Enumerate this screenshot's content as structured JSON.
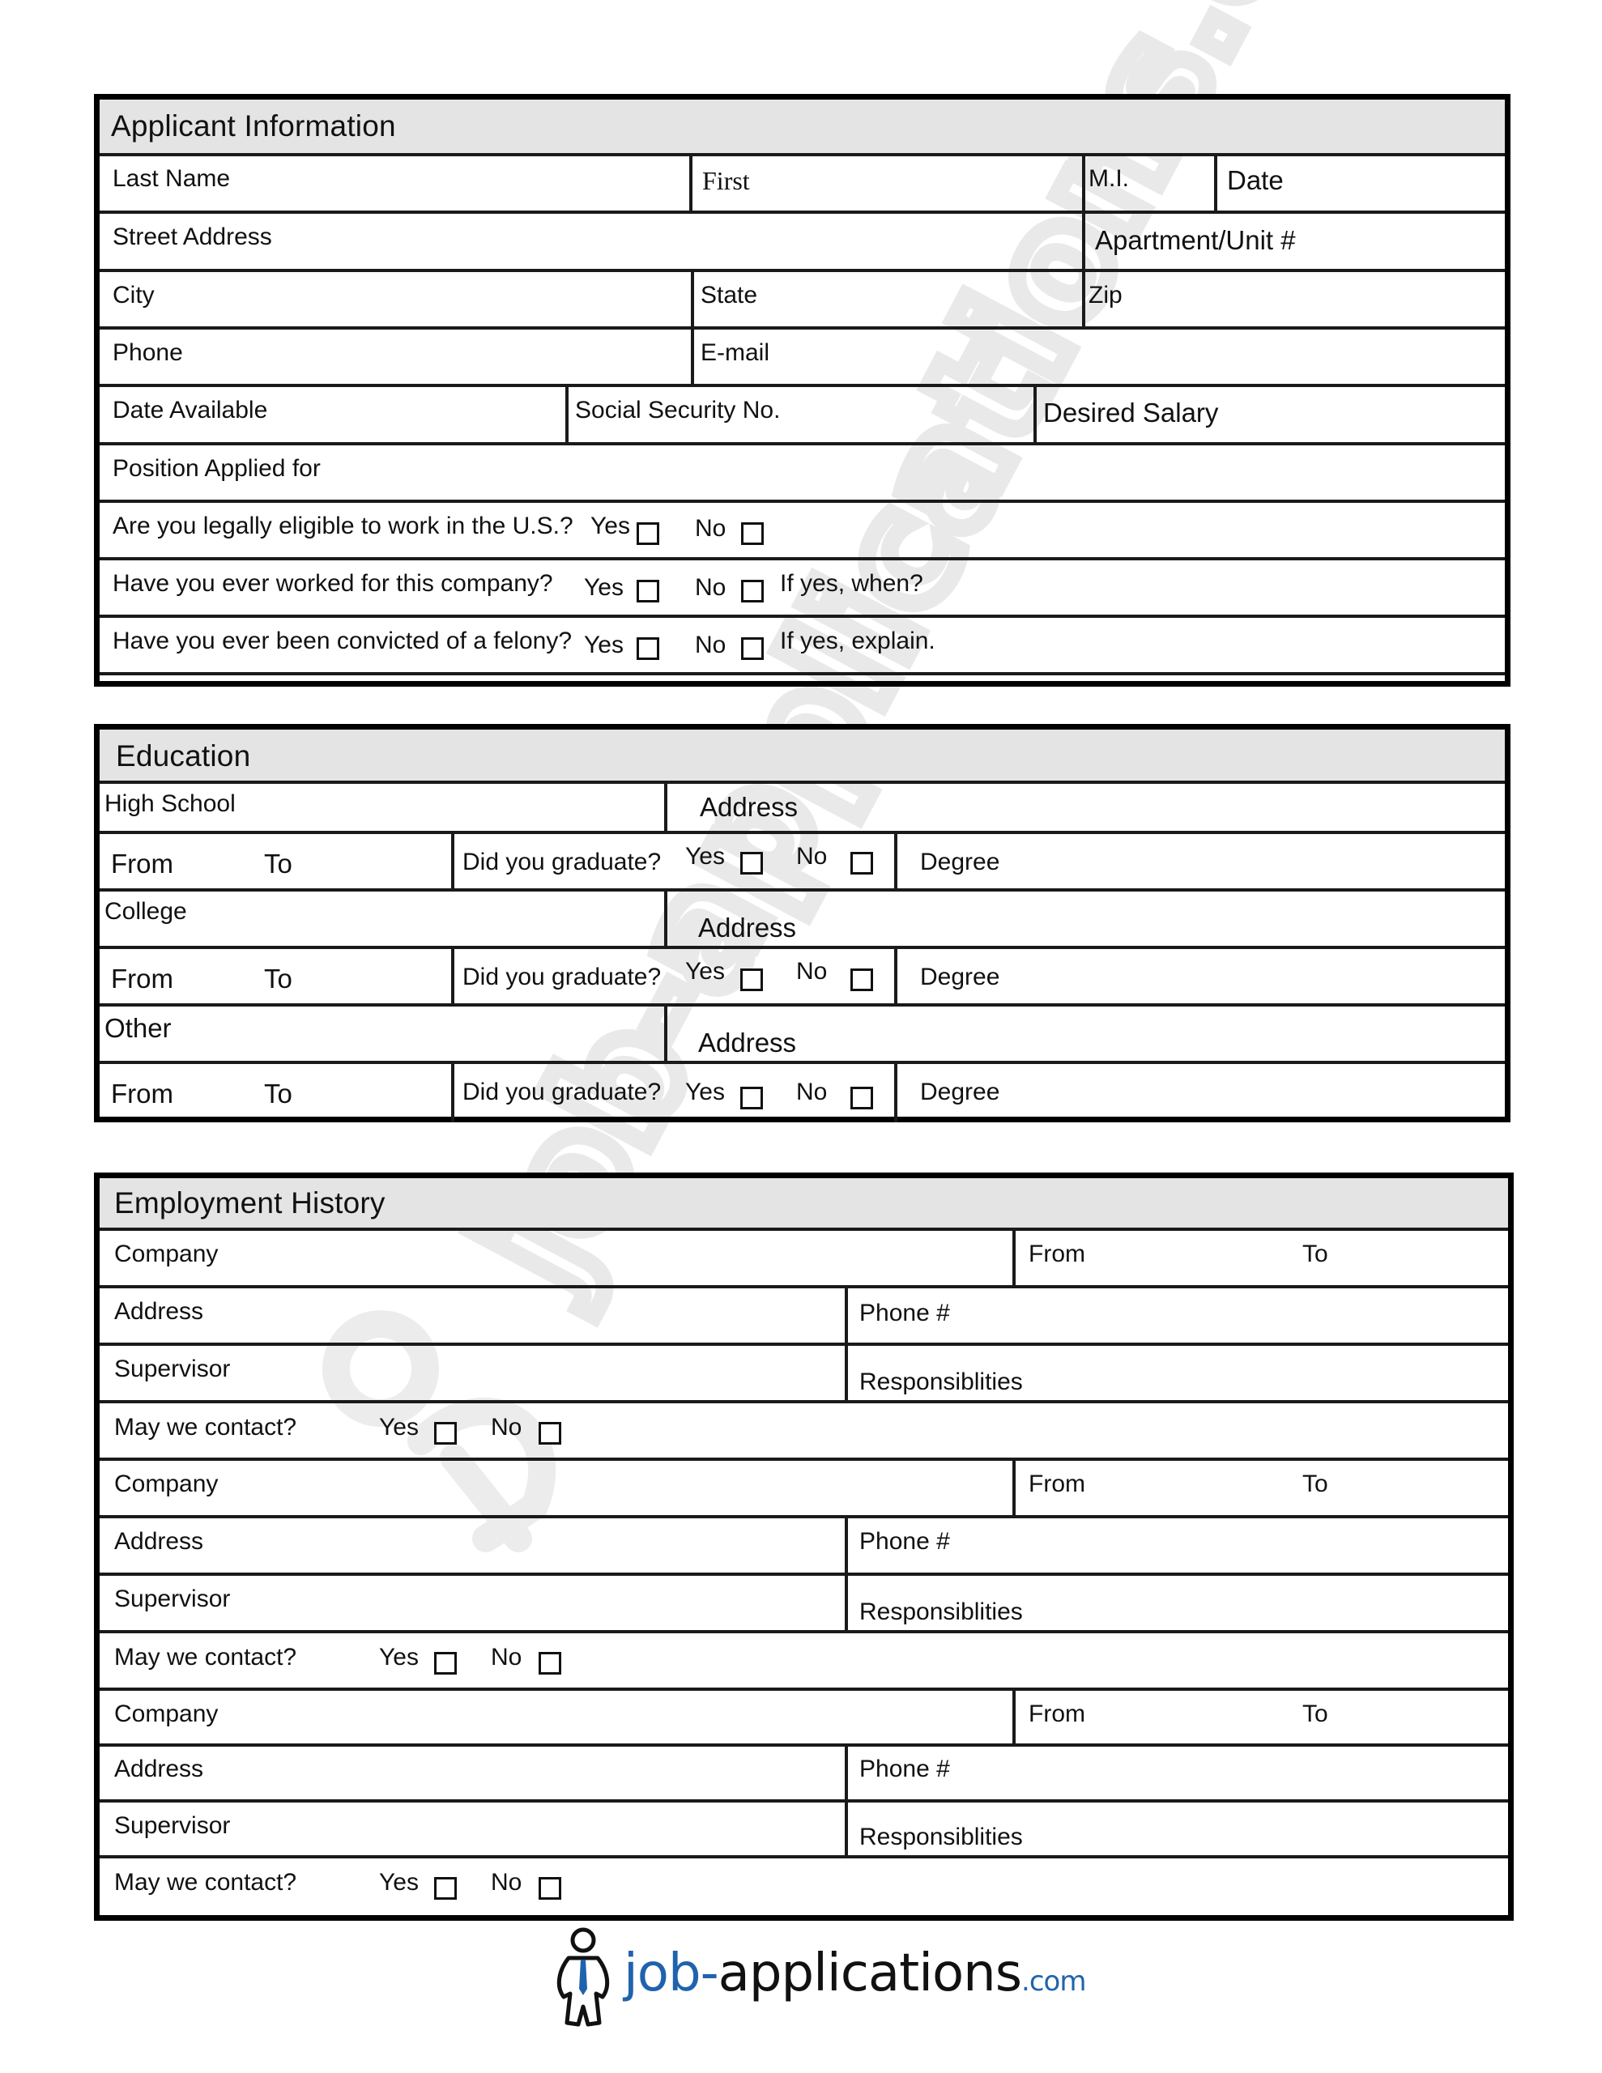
{
  "applicant": {
    "title": "Applicant Information",
    "last_name": "Last Name",
    "first": "First",
    "mi": "M.I.",
    "date": "Date",
    "street_address": "Street Address",
    "apartment": "Apartment/Unit #",
    "city": "City",
    "state": "State",
    "zip": "Zip",
    "phone": "Phone",
    "email": "E-mail",
    "date_available": "Date Available",
    "ssn": "Social Security No.",
    "desired_salary": "Desired Salary",
    "position": "Position Applied for",
    "questions": [
      {
        "text": "Are you legally  eligible to work in the U.S.?",
        "yes": "Yes",
        "no": "No",
        "followup": ""
      },
      {
        "text": "Have you ever worked for this company?",
        "yes": "Yes",
        "no": "No",
        "followup": "If yes, when?"
      },
      {
        "text": "Have you ever been convicted of a felony?",
        "yes": "Yes",
        "no": "No",
        "followup": "If yes, explain."
      }
    ]
  },
  "education": {
    "title": "Education",
    "entries": [
      {
        "school": "High School",
        "address": "Address",
        "from": "From",
        "to": "To",
        "graduate": "Did you graduate?",
        "yes": "Yes",
        "no": "No",
        "degree": "Degree"
      },
      {
        "school": "College",
        "address": "Address",
        "from": "From",
        "to": "To",
        "graduate": "Did you graduate?",
        "yes": "Yes",
        "no": "No",
        "degree": "Degree"
      },
      {
        "school": "Other",
        "address": "Address",
        "from": "From",
        "to": "To",
        "graduate": "Did you graduate?",
        "yes": "Yes",
        "no": "No",
        "degree": "Degree"
      }
    ]
  },
  "employment": {
    "title": "Employment History",
    "entries": [
      {
        "company": "Company",
        "from": "From",
        "to": "To",
        "address": "Address",
        "phone": "Phone #",
        "supervisor": "Supervisor",
        "responsibilities": "Responsiblities",
        "contact": "May we contact?",
        "yes": "Yes",
        "no": "No"
      },
      {
        "company": "Company",
        "from": "From",
        "to": "To",
        "address": "Address",
        "phone": "Phone #",
        "supervisor": "Supervisor",
        "responsibilities": "Responsiblities",
        "contact": "May we contact?",
        "yes": "Yes",
        "no": "No"
      },
      {
        "company": "Company",
        "from": "From",
        "to": "To",
        "address": "Address",
        "phone": "Phone #",
        "supervisor": "Supervisor",
        "responsibilities": "Responsiblities",
        "contact": "May we contact?",
        "yes": "Yes",
        "no": "No"
      }
    ]
  },
  "footer": {
    "logo_part1": "job-",
    "logo_part2": "applications",
    "logo_part3": ".com",
    "watermark_text": "job-applications.com"
  },
  "colors": {
    "brand_blue": "#1f63ad",
    "header_gray": "#e4e4e4",
    "watermark_gray": "#e8e8e8"
  }
}
